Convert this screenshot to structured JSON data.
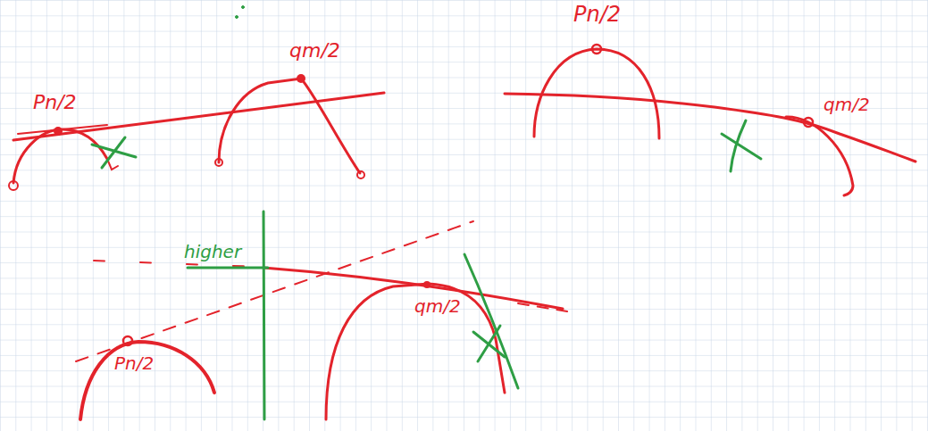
{
  "diagram": {
    "labels": [
      "Pn/2",
      "qm/2",
      "Pn/2",
      "qm/2",
      "Pn/2",
      "qm/2",
      "higher"
    ]
  }
}
